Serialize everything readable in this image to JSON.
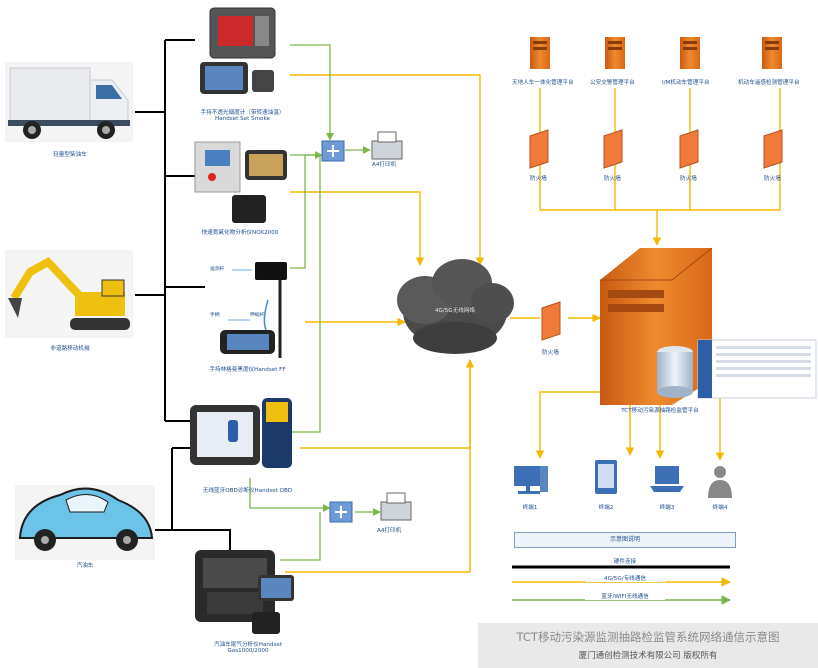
{
  "vehicles": {
    "light_truck": "轻量型柴油车",
    "excavator": "非道路移动机械",
    "car": "汽油车"
  },
  "devices": {
    "smoke": "手持不透光烟度计（带转速油温）Handset Set Smoke",
    "nox": "快速氮氧化物分析仪NOX2000",
    "ff": "手持林格曼黑度仪Handset FF",
    "obd": "无线蓝牙OBD诊断仪Handset OBD",
    "gas": "汽油车尾气分析仪Handset Gas1000/2000"
  },
  "printers": {
    "top": "A4打印机",
    "bottom": "A4打印机"
  },
  "small_tags": {
    "t1": "遥测杆",
    "t2": "手柄",
    "t3": "伸缩杆"
  },
  "cloud": "4G/5G无线网络",
  "platforms": [
    "天地人车一体化管理平台",
    "公安交警管理平台",
    "I/M机动车管理平台",
    "机动车遥感检测管理平台"
  ],
  "firewall_label": "防火墙",
  "firewall_main": "防火墙",
  "server": "TCT移动污染源抽路检监管平台",
  "terminals": [
    "终端1",
    "终端2",
    "终端3",
    "终端4"
  ],
  "legend": {
    "title": "示意图说明",
    "wired": "硬件连接",
    "mobile": "4G/5G/专线通信",
    "wireless": "蓝牙/WIFI无线通信"
  },
  "footer": {
    "title": "TCT移动污染源监测抽路检监管系统网络通信示意图",
    "company": "厦门通创检测技术有限公司 版权所有"
  },
  "colors": {
    "wired": "#000000",
    "mobile": "#f5b800",
    "wireless": "#7ab648",
    "label": "#1f4e8c",
    "server": "#e8741c"
  }
}
